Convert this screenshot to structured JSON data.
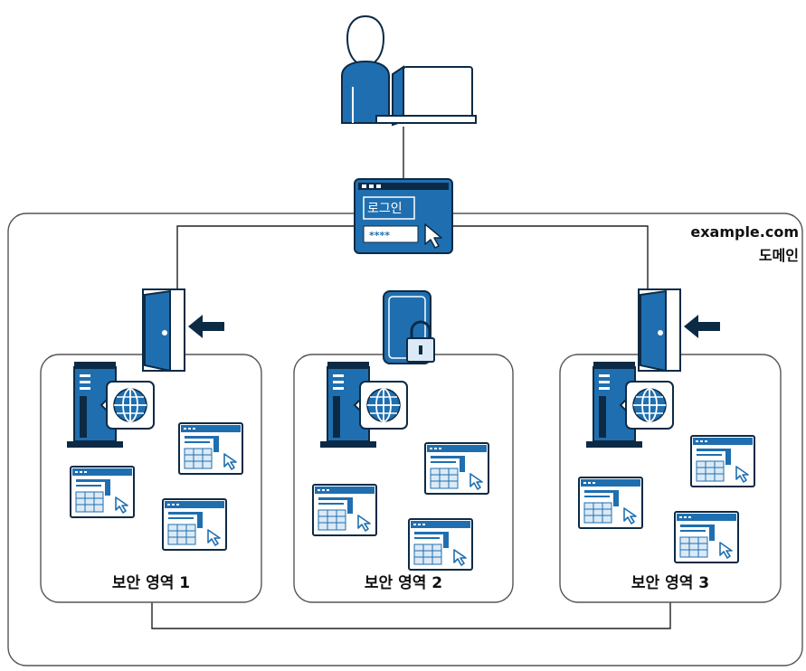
{
  "domain": {
    "name": "example.com",
    "label": "도메인"
  },
  "login": {
    "title": "로그인",
    "password_mask": "****"
  },
  "zones": [
    {
      "label": "보안 영역 1",
      "gate": "door"
    },
    {
      "label": "보안 영역 2",
      "gate": "lock"
    },
    {
      "label": "보안 영역 3",
      "gate": "door"
    }
  ],
  "icons": {
    "user": "user-with-laptop-icon",
    "login_window": "login-window-icon",
    "door": "door-entry-icon",
    "lock": "padlock-icon",
    "server": "web-server-icon",
    "globe": "globe-icon",
    "app": "application-window-icon"
  },
  "colors": {
    "primary_blue": "#1f6fb0",
    "dark_navy": "#0d2a45",
    "light_blue": "#dbeaf6",
    "line": "#222222",
    "outline": "#555555"
  }
}
